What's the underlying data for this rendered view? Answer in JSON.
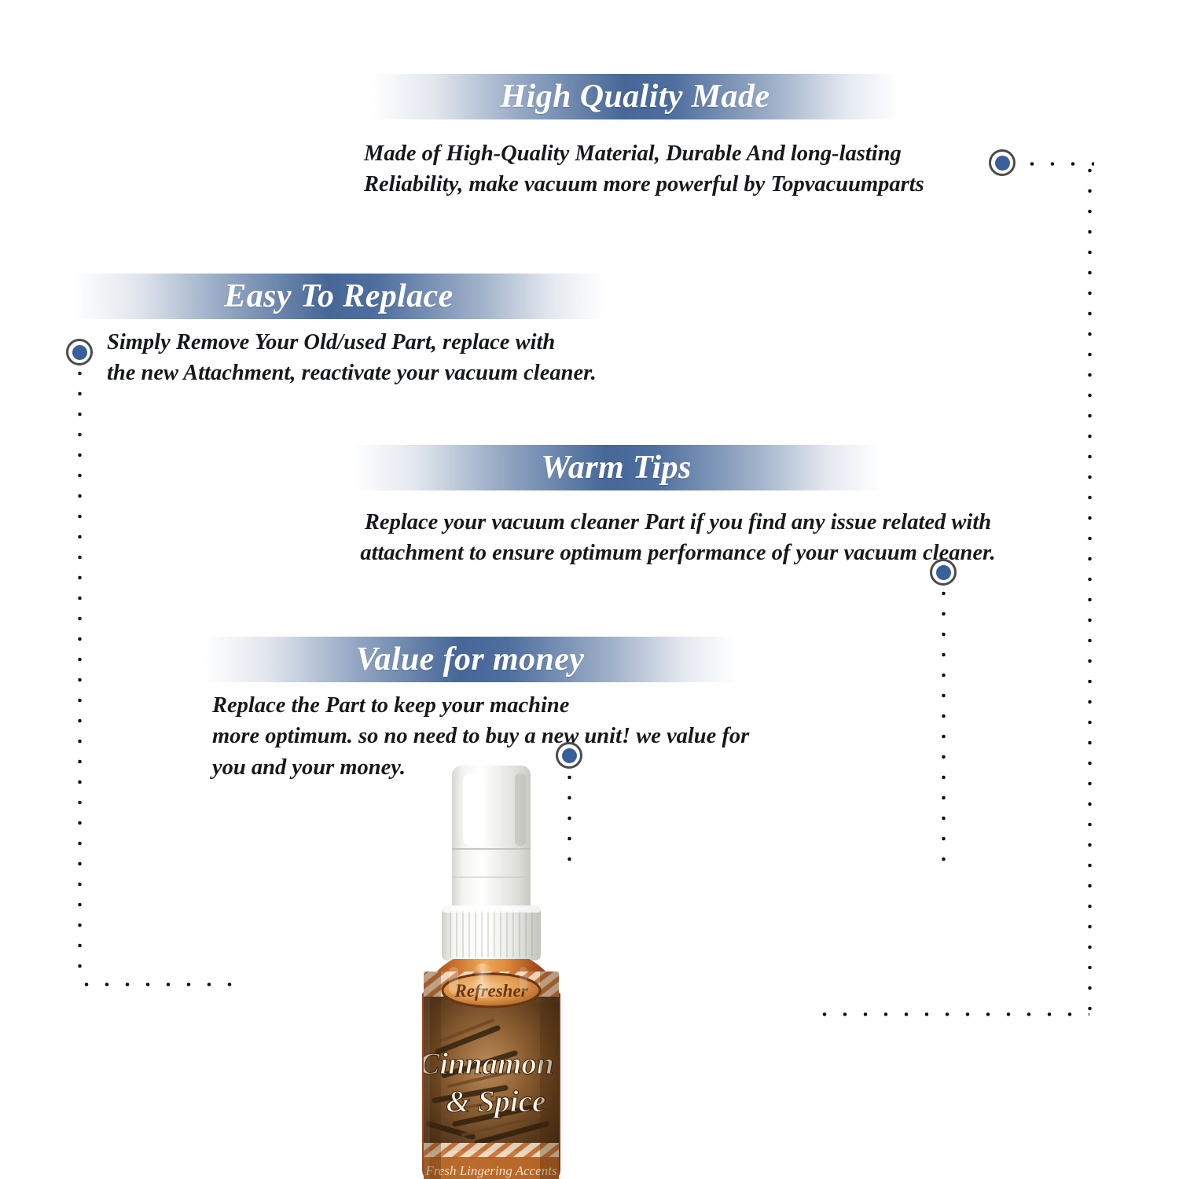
{
  "page": {
    "background_color": "#ffffff",
    "accent_color": "#38609a",
    "banner_gradient_center": "#466798",
    "text_color": "#16181c"
  },
  "sections": [
    {
      "id": "high-quality-made",
      "title": "High Quality Made",
      "body": "Made of  High-Quality Material, Durable And long-lasting\nReliability, make vacuum more powerful by Topvacuumparts"
    },
    {
      "id": "easy-to-replace",
      "title": "Easy To Replace",
      "body": "Simply Remove Your Old/used Part, replace with\nthe new Attachment, reactivate your vacuum cleaner."
    },
    {
      "id": "warm-tips",
      "title": "Warm Tips",
      "body": "Replace your vacuum cleaner Part if you find any issue related with\nattachment to ensure optimum performance of your vacuum cleaner."
    },
    {
      "id": "value-for-money",
      "title": "Value for money",
      "body": "Replace the Part to keep your machine\nmore optimum. so no need to buy a new unit! we value for\nyou and your money."
    }
  ],
  "product": {
    "brand": "Refresher",
    "name_line_1": "Cinnamon",
    "name_line_2": "& Spice",
    "tagline": "Fresh Lingering Accents",
    "bottle_color": "#b4561d",
    "cap_color": "#f2f1ee",
    "label_color": "#d9a06a"
  }
}
